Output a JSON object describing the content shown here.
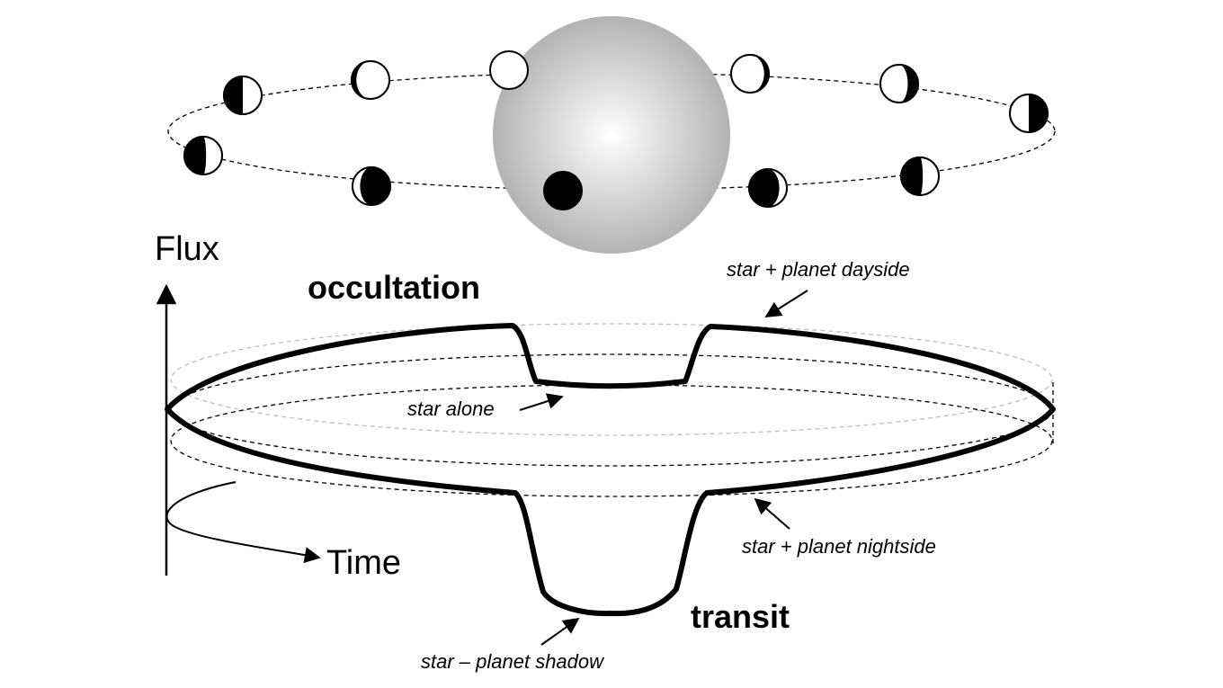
{
  "axes": {
    "y_label": "Flux",
    "x_label": "Time"
  },
  "labels": {
    "occultation": "occultation",
    "transit": "transit",
    "star_plus_dayside": "star + planet dayside",
    "star_alone": "star alone",
    "star_plus_nightside": "star + planet nightside",
    "star_minus_shadow": "star – planet shadow"
  },
  "colors": {
    "ink": "#000000",
    "star_center": "#ffffff",
    "star_edge": "#b3b3b3",
    "guide_light": "#bdbdbd"
  },
  "planet_phases": [
    "dark",
    "crescent-lit-right",
    "quarter-lit-right",
    "gibbous-lit-right",
    "full",
    "gibbous-lit-left",
    "quarter-lit-left",
    "crescent-lit-left"
  ]
}
